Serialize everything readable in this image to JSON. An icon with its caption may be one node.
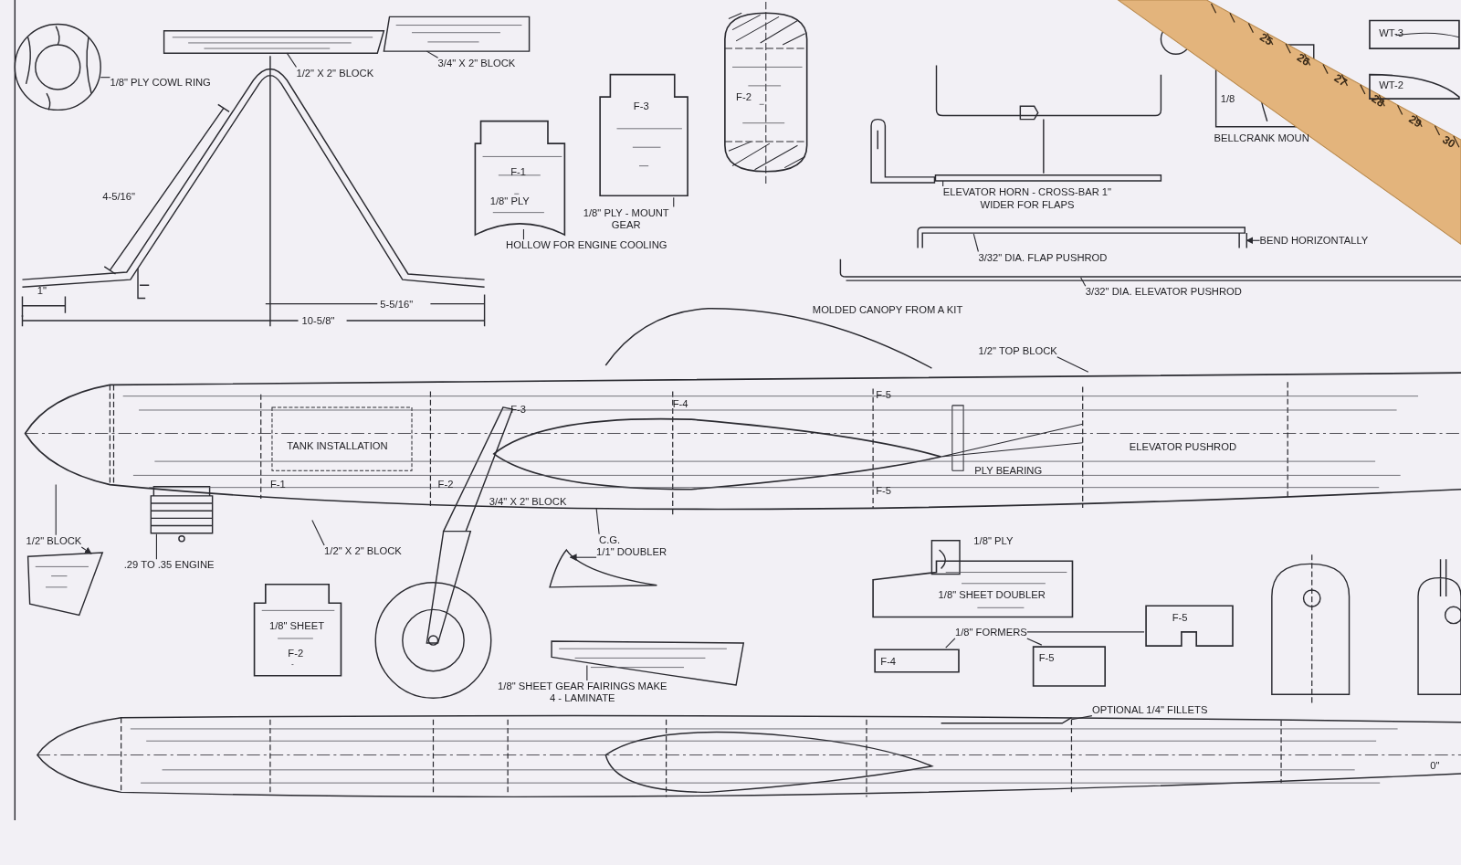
{
  "diagram": {
    "nodes": [
      {
        "text": [
          "1/8\" PLY COWL RING"
        ]
      },
      {
        "text": [],
        "shape": "picture"
      },
      {
        "text": [
          "1/2\" X 2\" BLOCK"
        ]
      },
      {
        "text": [],
        "shape": "picture"
      },
      {
        "text": [
          "3/4\" X 2\" BLOCK"
        ]
      },
      {
        "text": [],
        "shape": "picture"
      },
      {
        "text": [
          "HOLLOW FOR ENGINE COOLING"
        ]
      },
      {
        "text": [
          "F-1",
          "1/8\" PLY"
        ]
      },
      {
        "text": [
          "1/8\" PLY - MOUNT GEAR"
        ]
      },
      {
        "text": [
          "F-3"
        ]
      },
      {
        "text": [
          "F-2"
        ]
      },
      {
        "text": [
          "ELEVATOR HORN - CROSS-BAR 1\" WIDER FOR FLAPS"
        ]
      },
      {
        "text": [],
        "shape": "picture"
      },
      {
        "text": [
          "3/32\" DIA. FLAP PUSHROD"
        ]
      },
      {
        "text": [],
        "shape": "picture"
      },
      {
        "text": [
          "BEND HORIZONTALLY"
        ]
      },
      {
        "text": [
          "3/32\" DIA. ELEVATOR PUSHROD"
        ]
      },
      {
        "text": [],
        "shape": "picture"
      },
      {
        "text": [
          "TANK INSTALLATION",
          "F-1",
          "F-2",
          "F-3",
          "F-4",
          "F-5",
          "F-5",
          "ELEVATOR PUSHROD",
          "PLY BEARING",
          "3/4\" X 2\" BLOCK"
        ]
      },
      {
        "text": [
          "1/2\" TOP BLOCK"
        ]
      },
      {
        "text": [
          "1/2\" BLOCK"
        ]
      },
      {
        "text": [],
        "shape": "picture"
      },
      {
        "text": [
          ".29 TO .35 ENGINE"
        ]
      },
      {
        "text": [],
        "shape": "picture"
      },
      {
        "text": [
          "1/2\" X 2\" BLOCK"
        ]
      },
      {
        "text": [
          "C.G."
        ]
      },
      {
        "text": [
          "1/1\" DOUBLER"
        ]
      },
      {
        "text": [],
        "shape": "picture"
      },
      {
        "text": [
          "1/8\" SHEET",
          "F-2"
        ]
      },
      {
        "text": [
          "1/8\" SHEET GEAR FAIRINGS MAKE 4 - LAMINATE"
        ]
      },
      {
        "text": [],
        "shape": "picture"
      },
      {
        "text": [
          "1/8\" SHEET DOUBLER"
        ]
      },
      {
        "text": [
          "1/8\" FORMERS"
        ]
      },
      {
        "text": [
          "F-4"
        ]
      },
      {
        "text": [
          "F-5"
        ]
      },
      {
        "text": [
          "F-5"
        ]
      },
      {
        "text": [],
        "shape": "picture"
      },
      {
        "text": [
          "OPTIONAL 1/4\" FILLETS"
        ]
      },
      {
        "text": [
          "WT-3"
        ]
      },
      {
        "text": [
          "WT-2"
        ]
      }
    ],
    "edges": [
      {
        "from": 0,
        "to": 1,
        "arrow": "none"
      },
      {
        "from": 2,
        "to": 3,
        "arrow": "none"
      },
      {
        "from": 4,
        "to": 5,
        "arrow": "none"
      },
      {
        "from": 6,
        "to": 7,
        "arrow": "none"
      },
      {
        "from": 8,
        "to": 9,
        "arrow": "none"
      },
      {
        "from": 11,
        "to": 12,
        "arrow": "none"
      },
      {
        "from": 13,
        "to": 14,
        "arrow": "none"
      },
      {
        "from": 15,
        "to": 14,
        "arrow": "to"
      },
      {
        "from": 16,
        "to": 17,
        "arrow": "none"
      },
      {
        "from": 19,
        "to": 18,
        "arrow": "none"
      },
      {
        "from": 20,
        "to": 18,
        "arrow": "none"
      },
      {
        "from": 20,
        "to": 21,
        "arrow": "to"
      },
      {
        "from": 22,
        "to": 23,
        "arrow": "none"
      },
      {
        "from": 24,
        "to": 18,
        "arrow": "none"
      },
      {
        "from": 25,
        "to": 18,
        "arrow": "none"
      },
      {
        "from": 26,
        "to": 27,
        "arrow": "to"
      },
      {
        "from": 29,
        "to": 30,
        "arrow": "none"
      },
      {
        "from": 32,
        "to": 33,
        "arrow": "none"
      },
      {
        "from": 32,
        "to": 34,
        "arrow": "none"
      },
      {
        "from": 32,
        "to": 35,
        "arrow": "none"
      },
      {
        "from": 37,
        "to": 36,
        "arrow": "none"
      }
    ],
    "labels": [
      "4-5/16\"",
      "1\"",
      "5-5/16\"",
      "10-5/8\"",
      "MOLDED CANOPY FROM A KIT",
      "BELLCRANK MOUN",
      "1/8",
      "1/8\" PLY",
      "25",
      "26",
      "27",
      "28",
      "29",
      "30",
      "0\""
    ]
  }
}
